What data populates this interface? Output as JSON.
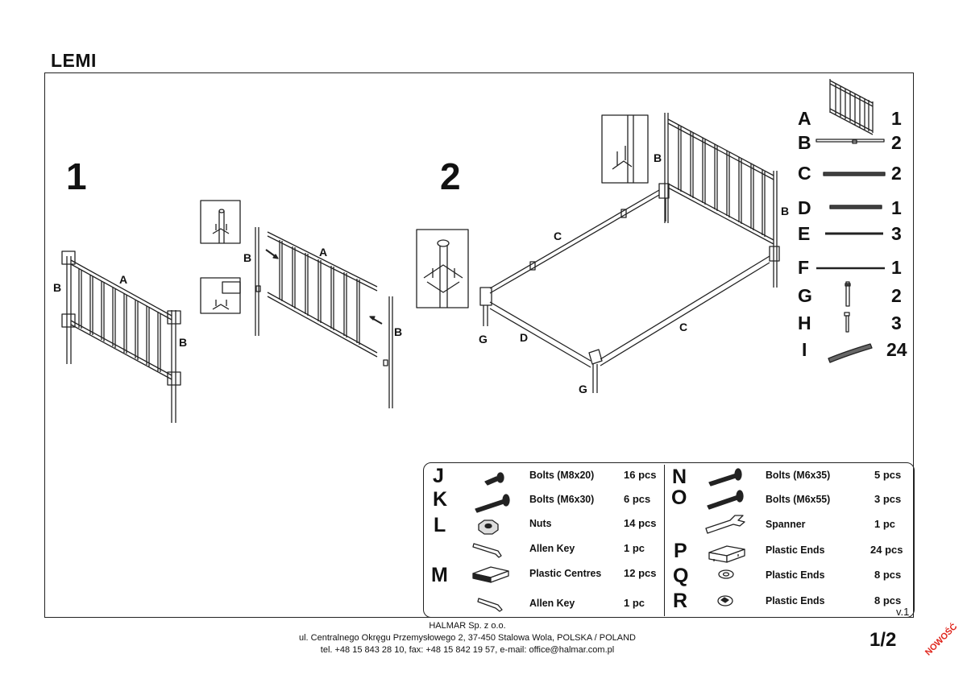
{
  "document": {
    "title": "LEMI",
    "version": "v.1",
    "page_number": "1/2",
    "stamp": "NOWOŚĆ"
  },
  "steps": [
    {
      "number": "1",
      "labels": [
        "A",
        "B",
        "B",
        "B",
        "A",
        "B"
      ]
    },
    {
      "number": "2",
      "labels": [
        "B",
        "B",
        "C",
        "C",
        "D",
        "G",
        "G"
      ]
    }
  ],
  "parts": [
    {
      "letter": "A",
      "qty": "1",
      "icon": "headboard-icon"
    },
    {
      "letter": "B",
      "qty": "2",
      "icon": "side-post-icon"
    },
    {
      "letter": "C",
      "qty": "2",
      "icon": "side-rail-icon"
    },
    {
      "letter": "D",
      "qty": "1",
      "icon": "foot-rail-icon"
    },
    {
      "letter": "E",
      "qty": "3",
      "icon": "bar-icon"
    },
    {
      "letter": "F",
      "qty": "1",
      "icon": "long-bar-icon"
    },
    {
      "letter": "G",
      "qty": "2",
      "icon": "leg-icon"
    },
    {
      "letter": "H",
      "qty": "3",
      "icon": "support-leg-icon"
    },
    {
      "letter": "I",
      "qty": "24",
      "icon": "slat-icon"
    }
  ],
  "hardware": {
    "left": [
      {
        "letter": "J",
        "name": "Bolts (M8x20)",
        "qty": "16 pcs",
        "icon": "short-bolt-icon"
      },
      {
        "letter": "K",
        "name": "Bolts (M6x30)",
        "qty": "6 pcs",
        "icon": "bolt-icon"
      },
      {
        "letter": "L",
        "name": "Nuts",
        "qty": "14 pcs",
        "icon": "nut-icon"
      },
      {
        "letter": "",
        "name": "Allen Key",
        "qty": "1 pc",
        "icon": "allen-key-icon"
      },
      {
        "letter": "M",
        "name": "Plastic Centres",
        "qty": "12 pcs",
        "icon": "plastic-centre-icon"
      },
      {
        "letter": "",
        "name": "Allen Key",
        "qty": "1 pc",
        "icon": "allen-key-small-icon"
      }
    ],
    "right": [
      {
        "letter": "N",
        "name": "Bolts (M6x35)",
        "qty": "5 pcs",
        "icon": "bolt-icon"
      },
      {
        "letter": "O",
        "name": "Bolts (M6x55)",
        "qty": "3 pcs",
        "icon": "long-bolt-icon"
      },
      {
        "letter": "",
        "name": "Spanner",
        "qty": "1 pc",
        "icon": "spanner-icon"
      },
      {
        "letter": "P",
        "name": "Plastic Ends",
        "qty": "24 pcs",
        "icon": "plastic-end-icon"
      },
      {
        "letter": "Q",
        "name": "Plastic Ends",
        "qty": "8 pcs",
        "icon": "washer-icon"
      },
      {
        "letter": "R",
        "name": "Plastic Ends",
        "qty": "8 pcs",
        "icon": "cap-icon"
      }
    ]
  },
  "footer": {
    "company": "HALMAR Sp. z o.o.",
    "address": "ul. Centralnego Okręgu Przemysłowego 2, 37-450 Stalowa Wola, POLSKA / POLAND",
    "contact": "tel. +48 15 843 28 10, fax: +48 15 842 19 57, e-mail: office@halmar.com.pl"
  }
}
